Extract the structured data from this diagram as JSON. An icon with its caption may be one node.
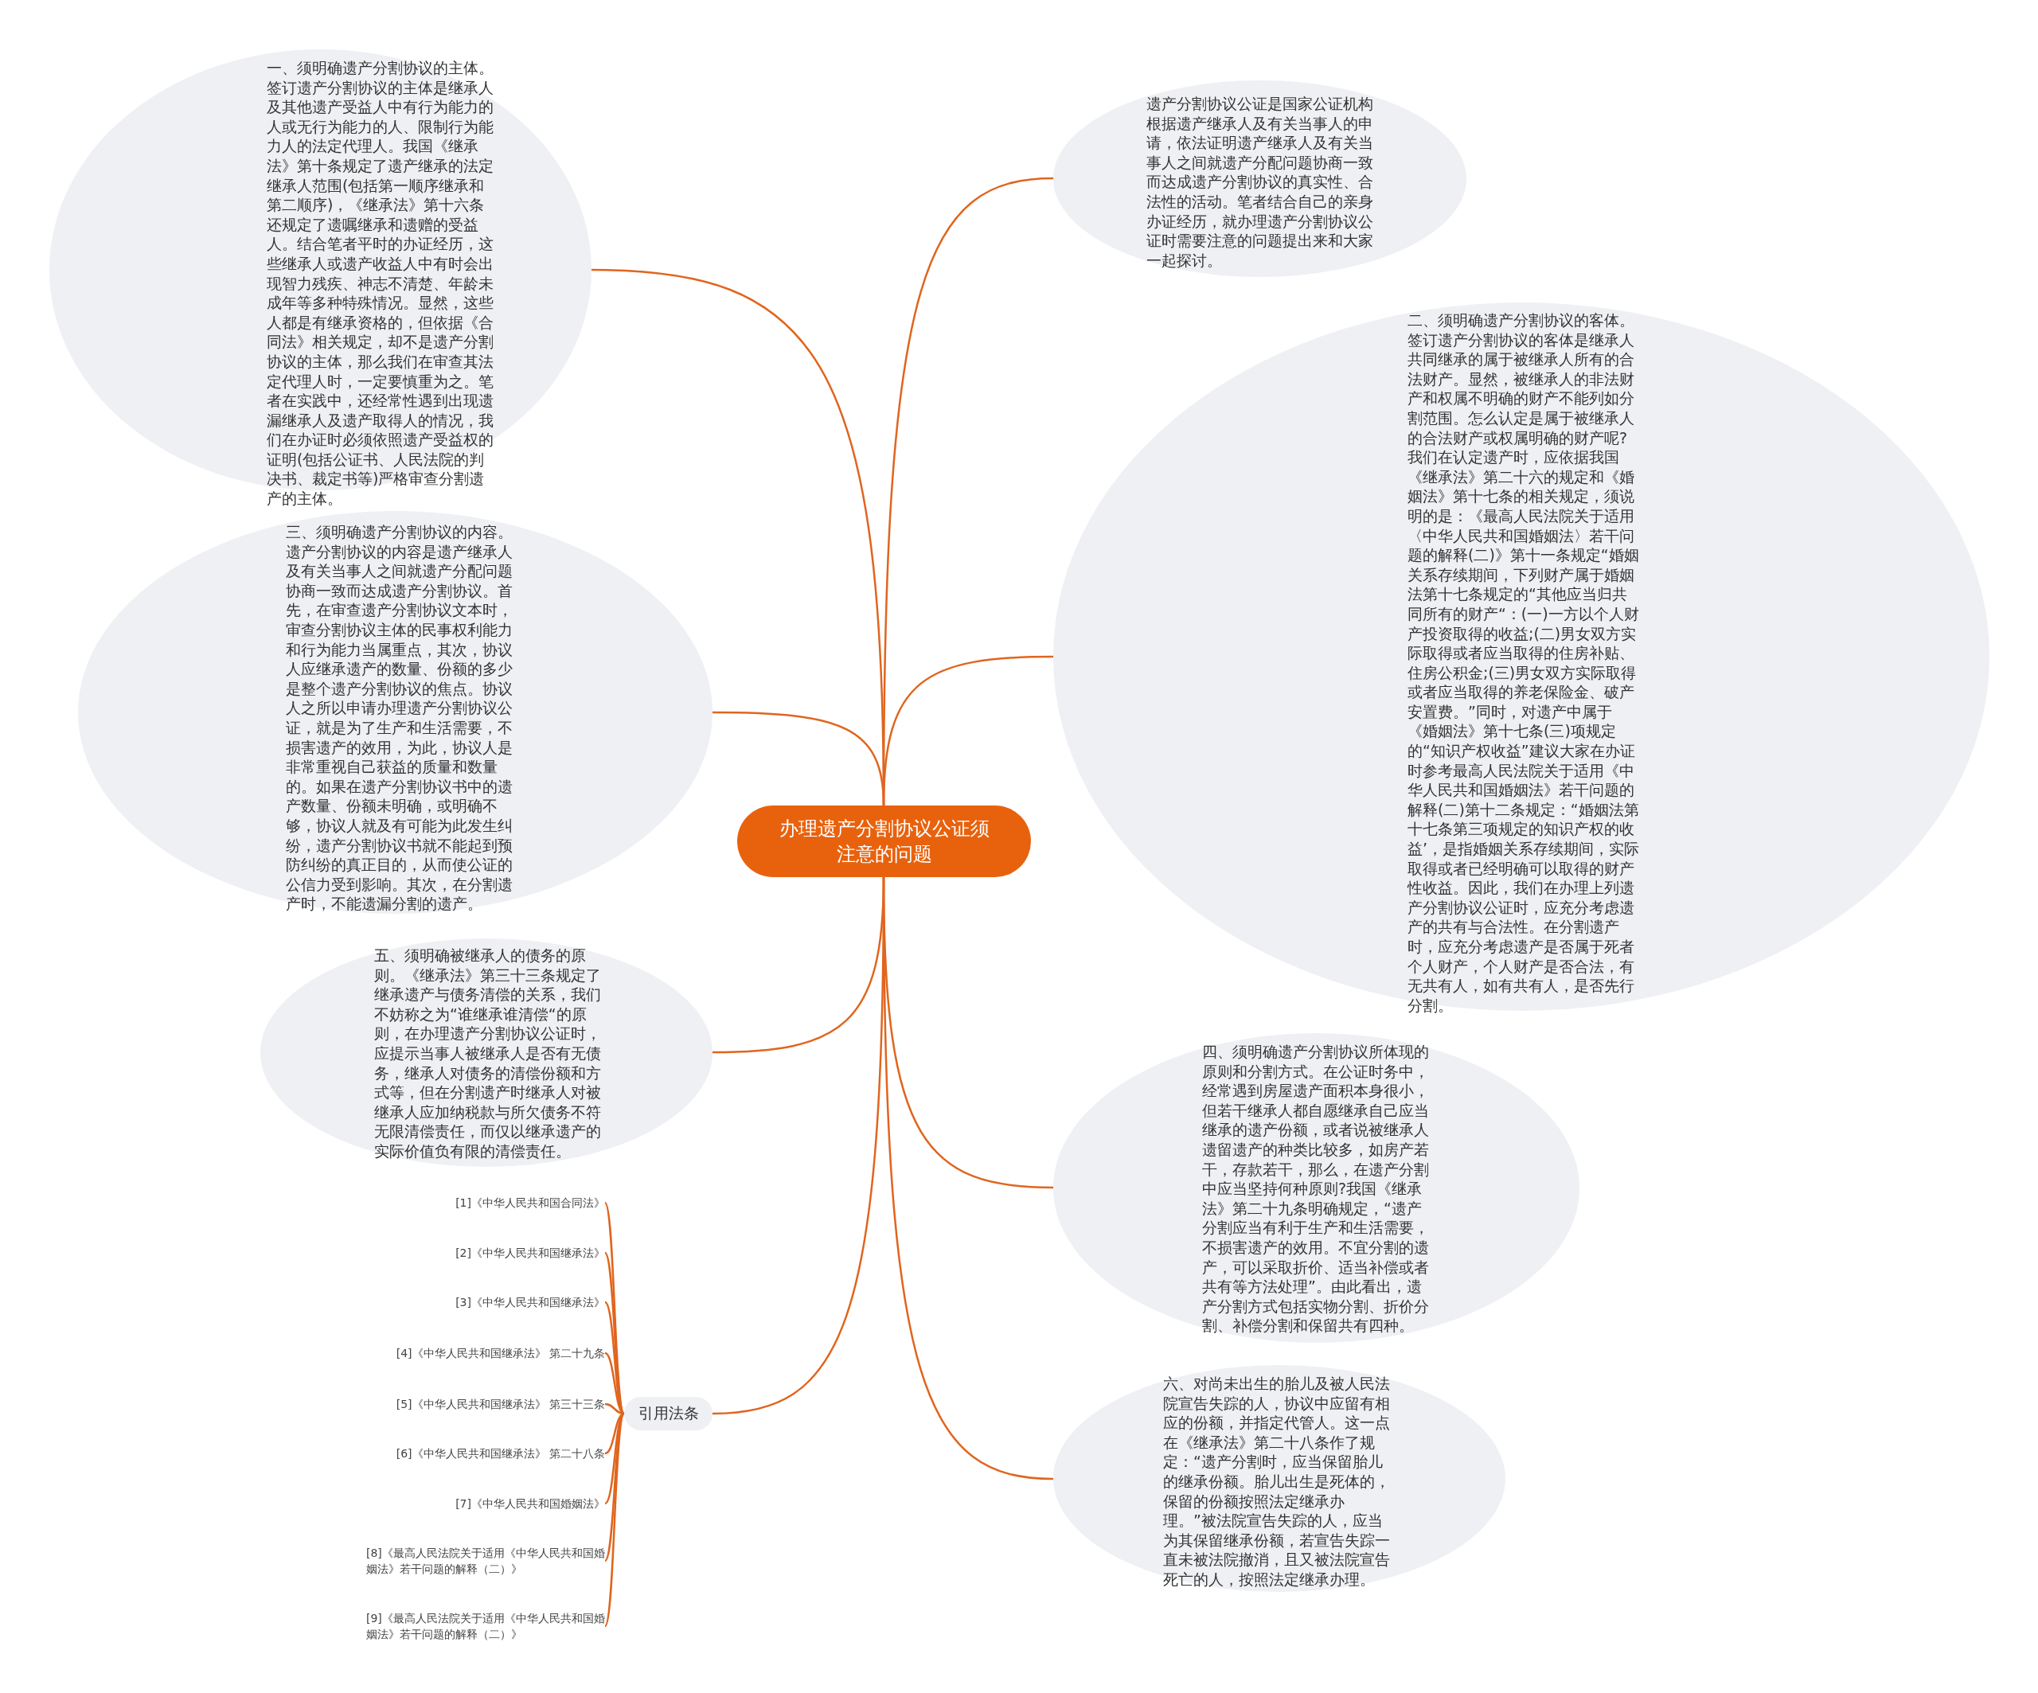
{
  "diagram": {
    "nodes": [
      {
        "text": [
          "办理遗产分割协议公证须注意的问题"
        ]
      },
      {
        "text": [
          "一、须明确遗产分割协议的主体。签订遗产分割协议的主体是继承人及其他遗产受益人中有行为能力的人或无行为能力的人、限制行为能力人的法定代理人。我国《继承法》第十条规定了遗产继承的法定继承人范围(包括第一顺序继承和第二顺序)，《继承法》第十六条还规定了遗嘱继承和遗赠的受益人。结合笔者平时的办证经历，这些继承人或遗产收益人中有时会出现智力残疾、神志不清楚、年龄未成年等多种特殊情况。显然，这些人都是有继承资格的，但依据《合同法》相关规定，却不是遗产分割协议的主体，那么我们在审查其法定代理人时，一定要慎重为之。笔者在实践中，还经常性遇到出现遗漏继承人及遗产取得人的情况，我们在办证时必须依照遗产受益权的证明(包括公证书、人民法院的判决书、裁定书等)严格审查分割遗产的主体。"
        ]
      },
      {
        "text": [
          "遗产分割协议公证是国家公证机构根据遗产继承人及有关当事人的申请，依法证明遗产继承人及有关当事人之间就遗产分配问题协商一致而达成遗产分割协议的真实性、合法性的活动。笔者结合自己的亲身办证经历，就办理遗产分割协议公证时需要注意的问题提出来和大家一起探讨。"
        ]
      },
      {
        "text": [
          "二、须明确遗产分割协议的客体。签订遗产分割协议的客体是继承人共同继承的属于被继承人所有的合法财产。显然，被继承人的非法财产和权属不明确的财产不能列如分割范围。怎么认定是属于被继承人的合法财产或权属明确的财产呢?我们在认定遗产时，应依据我国《继承法》第二十六的规定和《婚姻法》第十七条的相关规定，须说明的是：《最高人民法院关于适用〈中华人民共和国婚姻法〉若干问题的解释(二)》第十一条规定“婚姻关系存续期间，下列财产属于婚姻法第十七条规定的“其他应当归共同所有的财产“：(一)一方以个人财产投资取得的收益;(二)男女双方实际取得或者应当取得的住房补贴、住房公积金;(三)男女双方实际取得或者应当取得的养老保险金、破产安置费。”同时，对遗产中属于《婚姻法》第十七条(三)项规定的“知识产权收益”建议大家在办证时参考最高人民法院关于适用《中华人民共和国婚姻法》若干问题的解释(二)第十二条规定：“婚姻法第十七条第三项规定的知识产权的收益’，是指婚姻关系存续期间，实际取得或者已经明确可以取得的财产性收益。因此，我们在办理上列遗产分割协议公证时，应充分考虑遗产的共有与合法性。在分割遗产时，应充分考虑遗产是否属于死者个人财产，个人财产是否合法，有无共有人，如有共有人，是否先行分割。"
        ]
      },
      {
        "text": [
          "三、须明确遗产分割协议的内容。遗产分割协议的内容是遗产继承人及有关当事人之间就遗产分配问题协商一致而达成遗产分割协议。首先，在审查遗产分割协议文本时，审查分割协议主体的民事权利能力和行为能力当属重点，其次，协议人应继承遗产的数量、份额的多少是整个遗产分割协议的焦点。协议人之所以申请办理遗产分割协议公证，就是为了生产和生活需要，不损害遗产的效用，为此，协议人是非常重视自己获益的质量和数量的。如果在遗产分割协议书中的遗产数量、份额未明确，或明确不够，协议人就及有可能为此发生纠纷，遗产分割协议书就不能起到预防纠纷的真正目的，从而使公证的公信力受到影响。其次，在分割遗产时，不能遗漏分割的遗产。"
        ]
      },
      {
        "text": [
          "五、须明确被继承人的债务的原则。《继承法》第三十三条规定了继承遗产与债务清偿的关系，我们不妨称之为“谁继承谁清偿“的原则，在办理遗产分割协议公证时，应提示当事人被继承人是否有无债务，继承人对债务的清偿份额和方式等，但在分割遗产时继承人对被继承人应加纳税款与所欠债务不符无限清偿责任，而仅以继承遗产的实际价值负有限的清偿责任。"
        ]
      },
      {
        "text": [
          "四、须明确遗产分割协议所体现的原则和分割方式。在公证时务中，经常遇到房屋遗产面积本身很小，但若干继承人都自愿继承自己应当继承的遗产份额，或者说被继承人遗留遗产的种类比较多，如房产若干，存款若干，那么，在遗产分割中应当坚持何种原则?我国《继承法》第二十九条明确规定，“遗产分割应当有利于生产和生活需要，不损害遗产的效用。不宜分割的遗产，可以采取折价、适当补偿或者共有等方法处理”。由此看出，遗产分割方式包括实物分割、折价分割、补偿分割和保留共有四种。"
        ]
      },
      {
        "text": [
          "六、对尚未出生的胎儿及被人民法院宣告失踪的人，协议中应留有相应的份额，并指定代管人。这一点在《继承法》第二十八条作了规定：“遗产分割时，应当保留胎儿的继承份额。胎儿出生是死体的，保留的份额按照法定继承办理。”被法院宣告失踪的人，应当为其保留继承份额，若宣告失踪一直未被法院撤消，且又被法院宣告死亡的人，按照法定继承办理。"
        ]
      },
      {
        "text": [
          "引用法条"
        ]
      },
      {
        "text": [
          "[1]《中华人民共和国合同法》"
        ]
      },
      {
        "text": [
          "[2]《中华人民共和国继承法》"
        ]
      },
      {
        "text": [
          "[3]《中华人民共和国继承法》"
        ]
      },
      {
        "text": [
          "[4]《中华人民共和国继承法》 第二十九条"
        ]
      },
      {
        "text": [
          "[5]《中华人民共和国继承法》 第三十三条"
        ]
      },
      {
        "text": [
          "[6]《中华人民共和国继承法》 第二十八条"
        ]
      },
      {
        "text": [
          "[7]《中华人民共和国婚姻法》"
        ]
      },
      {
        "text": [
          "[8]《最高人民法院关于适用《中华人民共和国婚姻法》若干问题的解释（二）》"
        ]
      },
      {
        "text": [
          "[9]《最高人民法院关于适用《中华人民共和国婚姻法》若干问题的解释（二）》"
        ]
      }
    ],
    "edges": [
      {
        "from": 0,
        "to": 1,
        "arrow": "none"
      },
      {
        "from": 0,
        "to": 2,
        "arrow": "none"
      },
      {
        "from": 0,
        "to": 3,
        "arrow": "none"
      },
      {
        "from": 0,
        "to": 4,
        "arrow": "none"
      },
      {
        "from": 0,
        "to": 5,
        "arrow": "none"
      },
      {
        "from": 0,
        "to": 6,
        "arrow": "none"
      },
      {
        "from": 0,
        "to": 7,
        "arrow": "none"
      },
      {
        "from": 0,
        "to": 8,
        "arrow": "none"
      },
      {
        "from": 8,
        "to": 9,
        "arrow": "none"
      },
      {
        "from": 8,
        "to": 10,
        "arrow": "none"
      },
      {
        "from": 8,
        "to": 11,
        "arrow": "none"
      },
      {
        "from": 8,
        "to": 12,
        "arrow": "none"
      },
      {
        "from": 8,
        "to": 13,
        "arrow": "none"
      },
      {
        "from": 8,
        "to": 14,
        "arrow": "none"
      },
      {
        "from": 8,
        "to": 15,
        "arrow": "none"
      },
      {
        "from": 8,
        "to": 16,
        "arrow": "none"
      },
      {
        "from": 8,
        "to": 17,
        "arrow": "none"
      }
    ]
  }
}
